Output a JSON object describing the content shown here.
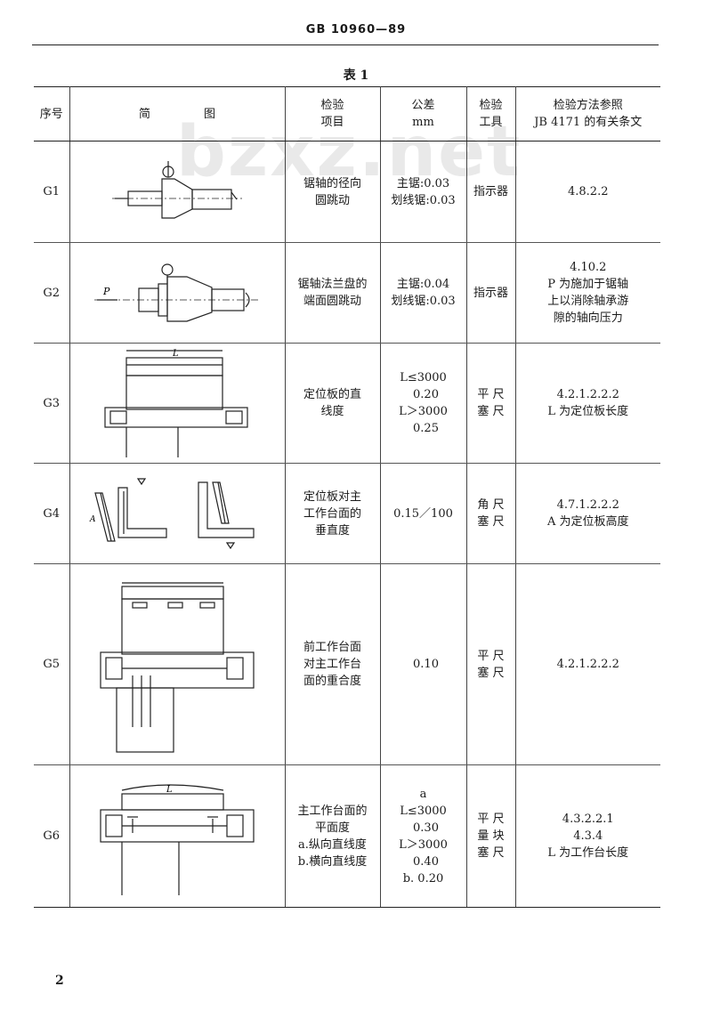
{
  "header": {
    "standard": "GB 10960—89"
  },
  "watermark": "bzxz.net",
  "caption": "表 1",
  "columns": {
    "no": "序号",
    "sketch": [
      "简",
      "图"
    ],
    "item": [
      "检验",
      "项目"
    ],
    "tolerance": [
      "公差",
      "mm"
    ],
    "tool": [
      "检验",
      "工具"
    ],
    "method": [
      "检验方法参照",
      "JB 4171 的有关条文"
    ]
  },
  "rows": [
    {
      "no": "G1",
      "item": [
        "锯轴的径向",
        "圆跳动"
      ],
      "tolerance": [
        "主锯:0.03",
        "划线锯:0.03"
      ],
      "tool": [
        "指示器"
      ],
      "method": [
        "4.8.2.2"
      ]
    },
    {
      "no": "G2",
      "label_p": "P",
      "item": [
        "锯轴法兰盘的",
        "端面圆跳动"
      ],
      "tolerance": [
        "主锯:0.04",
        "划线锯:0.03"
      ],
      "tool": [
        "指示器"
      ],
      "method": [
        "4.10.2",
        "P 为施加于锯轴",
        "上以消除轴承游",
        "隙的轴向压力"
      ]
    },
    {
      "no": "G3",
      "label_l": "L",
      "item": [
        "定位板的直",
        "线度"
      ],
      "tolerance": [
        "L≤3000",
        "0.20",
        "L＞3000",
        "0.25"
      ],
      "tool": [
        "平 尺",
        "塞 尺"
      ],
      "method": [
        "4.2.1.2.2.2",
        "L 为定位板长度"
      ]
    },
    {
      "no": "G4",
      "label_a": "A",
      "item": [
        "定位板对主",
        "工作台面的",
        "垂直度"
      ],
      "tolerance": [
        "0.15／100"
      ],
      "tool": [
        "角 尺",
        "塞 尺"
      ],
      "method": [
        "4.7.1.2.2.2",
        "A 为定位板高度"
      ]
    },
    {
      "no": "G5",
      "item": [
        "前工作台面",
        "对主工作台",
        "面的重合度"
      ],
      "tolerance": [
        "0.10"
      ],
      "tool": [
        "平 尺",
        "塞 尺"
      ],
      "method": [
        "4.2.1.2.2.2"
      ]
    },
    {
      "no": "G6",
      "label_l": "L",
      "item": [
        "主工作台面的",
        "平面度",
        "a.纵向直线度",
        "b.横向直线度"
      ],
      "tolerance": [
        "a",
        "L≤3000",
        "0.30",
        "L＞3000",
        "0.40",
        "b. 0.20"
      ],
      "tool": [
        "平 尺",
        "量 块",
        "塞 尺"
      ],
      "method": [
        "4.3.2.2.1",
        "4.3.4",
        "L 为工作台长度"
      ]
    }
  ],
  "page_number": "2"
}
